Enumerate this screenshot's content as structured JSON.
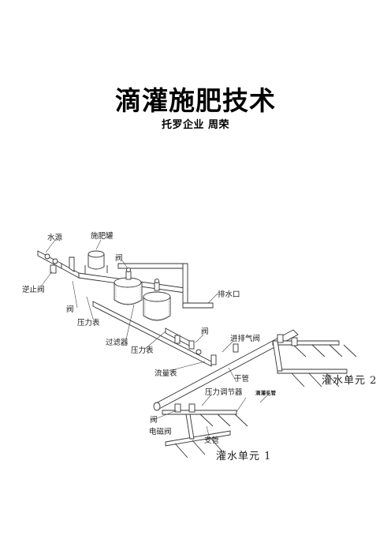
{
  "title": "滴灌施肥技术",
  "subtitle": "托罗企业  周荣",
  "labels": {
    "water_source": "水源",
    "fert_tank": "施肥罐",
    "valve_top": "阀",
    "check_valve": "逆止阀",
    "valve_left": "阀",
    "pressure_gauge_1": "压力表",
    "filter": "过滤器",
    "pressure_gauge_2": "压力表",
    "valve_mid": "阀",
    "drain": "排水口",
    "air_valve": "进排气阀",
    "flow_meter": "流量表",
    "main_pipe": "干管",
    "pressure_regulator": "压力调节器",
    "drip_tape": "滴灌毛管",
    "valve_bottom": "阀",
    "solenoid_valve": "电磁阀",
    "lateral_pipe": "支管",
    "unit_1": "灌水单元 1",
    "unit_2": "灌水单元 2"
  }
}
